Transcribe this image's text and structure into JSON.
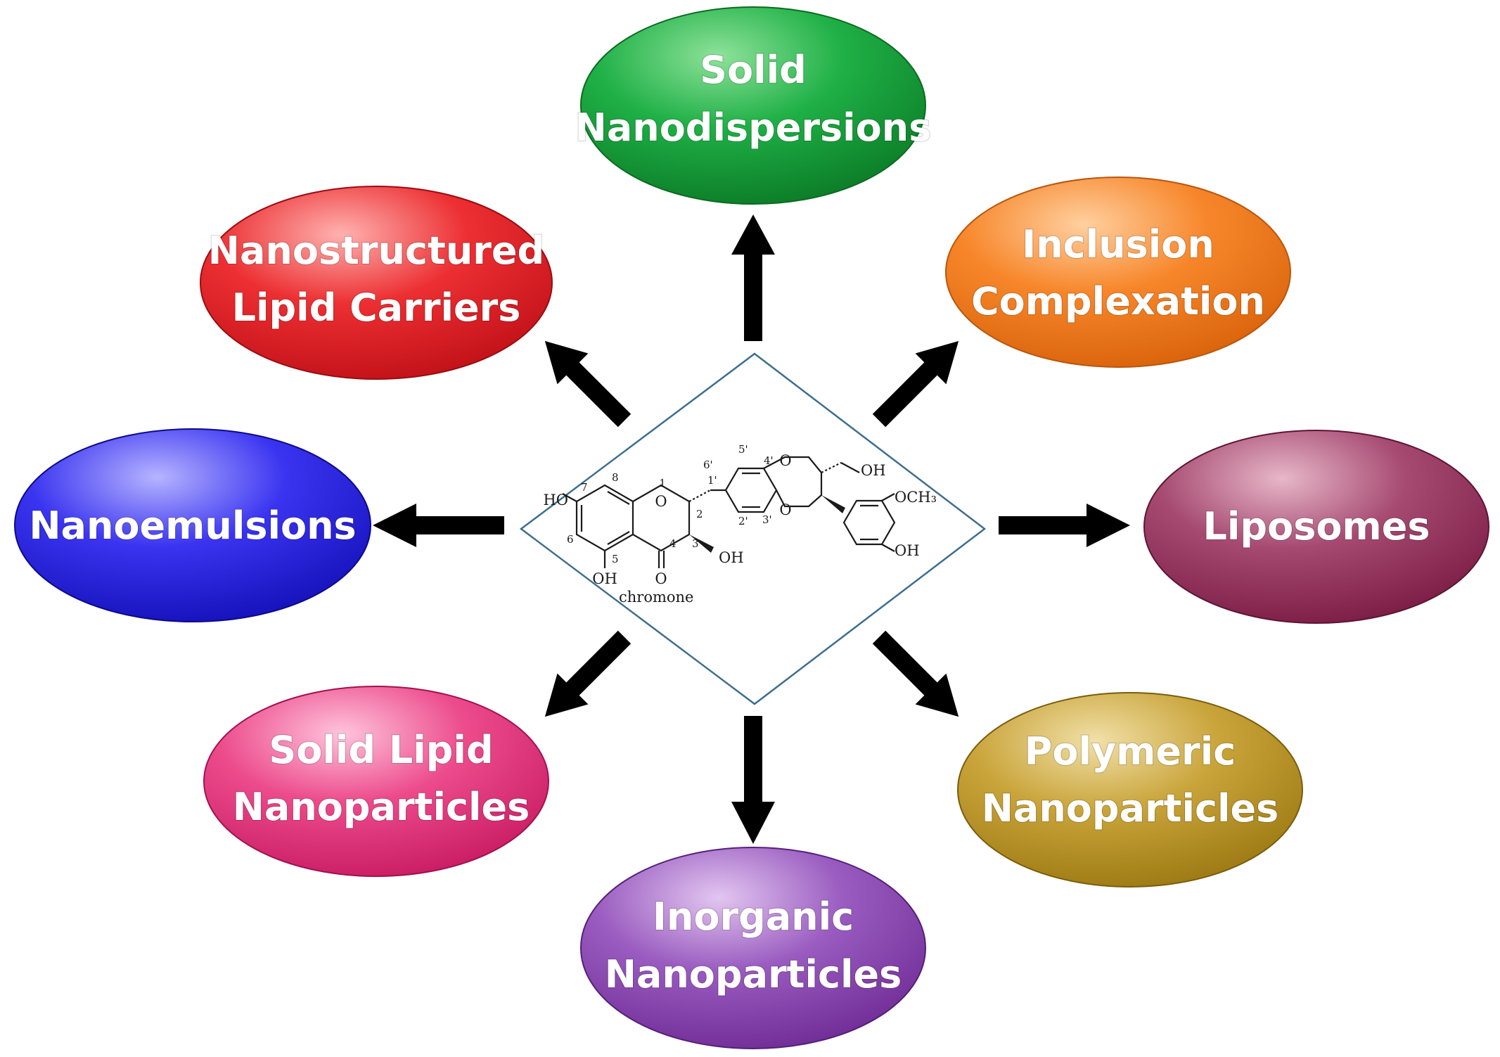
{
  "center": {
    "caption": "chromone",
    "labels": {
      "ho_left": "HO",
      "oh_bottom": "OH",
      "ketone_o": "O",
      "oh_c3": "OH",
      "ring_o1": "O",
      "dioxane_o_top": "O",
      "dioxane_o_bottom": "O",
      "ch2oh": "OH",
      "methoxy": "OCH₃",
      "oh_aryl": "OH"
    },
    "numbers": {
      "n1": "1",
      "n2": "2",
      "n3": "3",
      "n4": "4",
      "n5": "5",
      "n6": "6",
      "n7": "7",
      "n8": "8",
      "n1p": "1'",
      "n2p": "2'",
      "n3p": "3'",
      "n4p": "4'",
      "n5p": "5'",
      "n6p": "6'"
    }
  },
  "nodes": [
    {
      "id": "solid-nanodispersions",
      "lines": [
        "Solid",
        "Nanodispersions"
      ],
      "color": "#1aa33a"
    },
    {
      "id": "inclusion-complexation",
      "lines": [
        "Inclusion",
        "Complexation"
      ],
      "color": "#f07a1c"
    },
    {
      "id": "liposomes",
      "lines": [
        "Liposomes"
      ],
      "color": "#8e2a55"
    },
    {
      "id": "polymeric-nanoparticles",
      "lines": [
        "Polymeric",
        "Nanoparticles"
      ],
      "color": "#b8921e"
    },
    {
      "id": "inorganic-nanoparticles",
      "lines": [
        "Inorganic",
        "Nanoparticles"
      ],
      "color": "#8a44b0"
    },
    {
      "id": "solid-lipid-nanoparticles",
      "lines": [
        "Solid Lipid",
        "Nanoparticles"
      ],
      "color": "#e2327a"
    },
    {
      "id": "nanoemulsions",
      "lines": [
        "Nanoemulsions"
      ],
      "color": "#2320d8"
    },
    {
      "id": "nanostructured-lipid-carriers",
      "lines": [
        "Nanostructured",
        "Lipid Carriers"
      ],
      "color": "#e0202a"
    }
  ]
}
